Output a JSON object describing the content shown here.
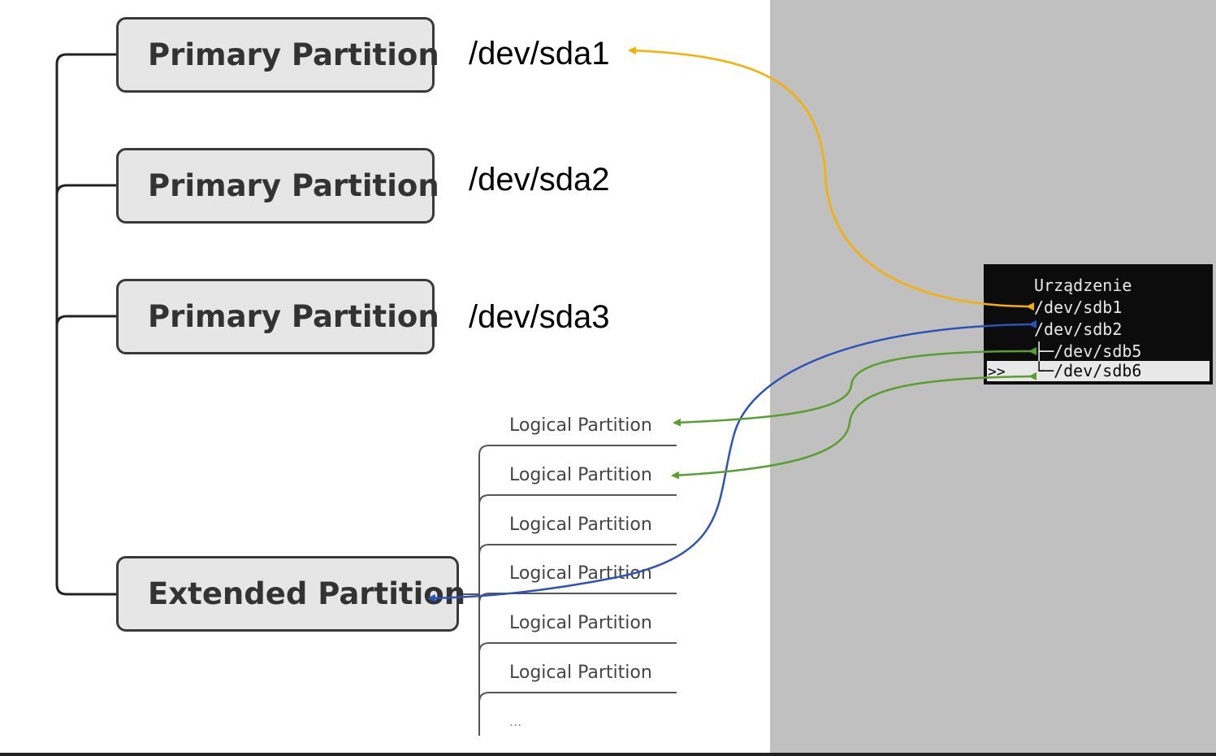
{
  "diagram": {
    "primary_partitions": [
      {
        "label": "Primary Partition",
        "device": "/dev/sda1"
      },
      {
        "label": "Primary Partition",
        "device": "/dev/sda2"
      },
      {
        "label": "Primary Partition",
        "device": "/dev/sda3"
      }
    ],
    "extended_partition": {
      "label": "Extended Partition"
    },
    "logical_partitions": [
      "Logical Partition",
      "Logical Partition",
      "Logical Partition",
      "Logical Partition",
      "Logical Partition",
      "Logical Partition"
    ],
    "logical_more": "..."
  },
  "terminal": {
    "header": "Urządzenie",
    "rows": [
      {
        "text": "/dev/sdb1"
      },
      {
        "text": "/dev/sdb2"
      },
      {
        "text": "├─/dev/sdb5"
      },
      {
        "text": "└─/dev/sdb6",
        "marker": ">>",
        "selected": true
      }
    ]
  },
  "arrow_colors": {
    "primary_mapping": "#f5b000",
    "extended_mapping": "#2f52b8",
    "logical_mapping": "#5a9e2f"
  }
}
